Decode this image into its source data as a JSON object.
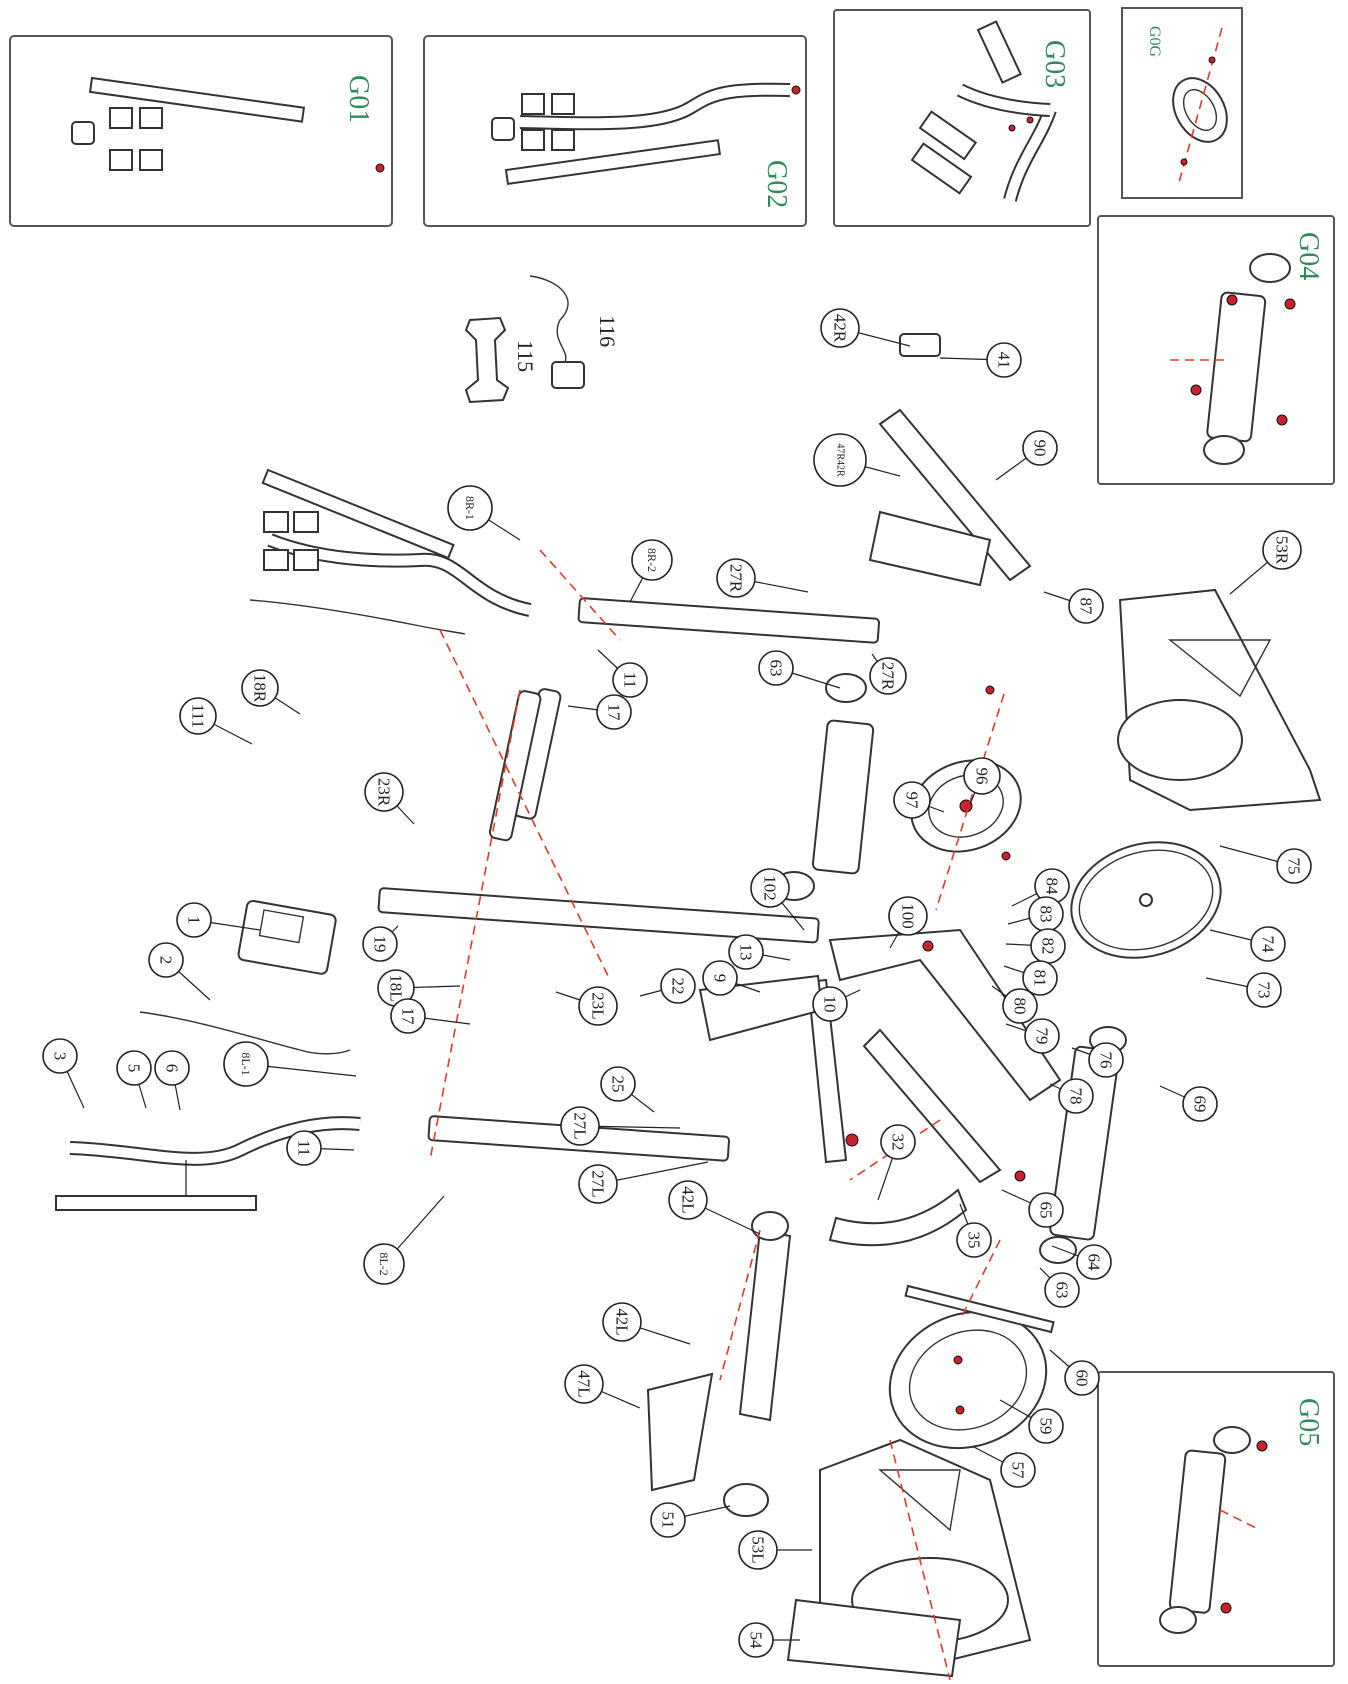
{
  "insets": [
    {
      "id": "G01",
      "label": "G01"
    },
    {
      "id": "G02",
      "label": "G02"
    },
    {
      "id": "G03",
      "label": "G03"
    },
    {
      "id": "G0G",
      "label": "G0G"
    },
    {
      "id": "G04",
      "label": "G04"
    },
    {
      "id": "G05",
      "label": "G05"
    }
  ],
  "accessories": [
    {
      "id": "wrench",
      "label": "115"
    },
    {
      "id": "adapter",
      "label": "116"
    }
  ],
  "callouts": [
    {
      "id": "c42r",
      "label": "42R"
    },
    {
      "id": "c41",
      "label": "41"
    },
    {
      "id": "c47r42r",
      "label": "47R42R"
    },
    {
      "id": "c90",
      "label": "90"
    },
    {
      "id": "c87",
      "label": "87"
    },
    {
      "id": "c53r",
      "label": "53R"
    },
    {
      "id": "c8r1",
      "label": "8R-1"
    },
    {
      "id": "c8r2",
      "label": "8R-2"
    },
    {
      "id": "c27r_a",
      "label": "27R"
    },
    {
      "id": "c27r_b",
      "label": "27R"
    },
    {
      "id": "c11_a",
      "label": "11"
    },
    {
      "id": "c17_a",
      "label": "17"
    },
    {
      "id": "c63_a",
      "label": "63"
    },
    {
      "id": "c96",
      "label": "96"
    },
    {
      "id": "c97",
      "label": "97"
    },
    {
      "id": "c75",
      "label": "75"
    },
    {
      "id": "c74",
      "label": "74"
    },
    {
      "id": "c73",
      "label": "73"
    },
    {
      "id": "c84",
      "label": "84"
    },
    {
      "id": "c83",
      "label": "83"
    },
    {
      "id": "c82",
      "label": "82"
    },
    {
      "id": "c81",
      "label": "81"
    },
    {
      "id": "c80",
      "label": "80"
    },
    {
      "id": "c79",
      "label": "79"
    },
    {
      "id": "c76",
      "label": "76"
    },
    {
      "id": "c78",
      "label": "78"
    },
    {
      "id": "c69",
      "label": "69"
    },
    {
      "id": "c18r",
      "label": "18R"
    },
    {
      "id": "c111",
      "label": "111"
    },
    {
      "id": "c23r",
      "label": "23R"
    },
    {
      "id": "c1",
      "label": "1"
    },
    {
      "id": "c19",
      "label": "19"
    },
    {
      "id": "c18l",
      "label": "18L"
    },
    {
      "id": "c17_b",
      "label": "17"
    },
    {
      "id": "c23l",
      "label": "23L"
    },
    {
      "id": "c22",
      "label": "22"
    },
    {
      "id": "c9",
      "label": "9"
    },
    {
      "id": "c13",
      "label": "13"
    },
    {
      "id": "c10",
      "label": "10"
    },
    {
      "id": "c100",
      "label": "100"
    },
    {
      "id": "c102",
      "label": "102"
    },
    {
      "id": "c2",
      "label": "2"
    },
    {
      "id": "c3",
      "label": "3"
    },
    {
      "id": "c5",
      "label": "5"
    },
    {
      "id": "c6",
      "label": "6"
    },
    {
      "id": "c8l1",
      "label": "8L-1"
    },
    {
      "id": "c8l2",
      "label": "8L-2"
    },
    {
      "id": "c11_b",
      "label": "11"
    },
    {
      "id": "c25",
      "label": "25"
    },
    {
      "id": "c27l_a",
      "label": "27L"
    },
    {
      "id": "c27l_b",
      "label": "27L"
    },
    {
      "id": "c32",
      "label": "32"
    },
    {
      "id": "c35",
      "label": "35"
    },
    {
      "id": "c65",
      "label": "65"
    },
    {
      "id": "c64",
      "label": "64"
    },
    {
      "id": "c63_b",
      "label": "63"
    },
    {
      "id": "c42l_a",
      "label": "42L"
    },
    {
      "id": "c42l_b",
      "label": "42L"
    },
    {
      "id": "c47l",
      "label": "47L"
    },
    {
      "id": "c51",
      "label": "51"
    },
    {
      "id": "c53l",
      "label": "53L"
    },
    {
      "id": "c54",
      "label": "54"
    },
    {
      "id": "c60",
      "label": "60"
    },
    {
      "id": "c59",
      "label": "59"
    },
    {
      "id": "c57",
      "label": "57"
    }
  ]
}
